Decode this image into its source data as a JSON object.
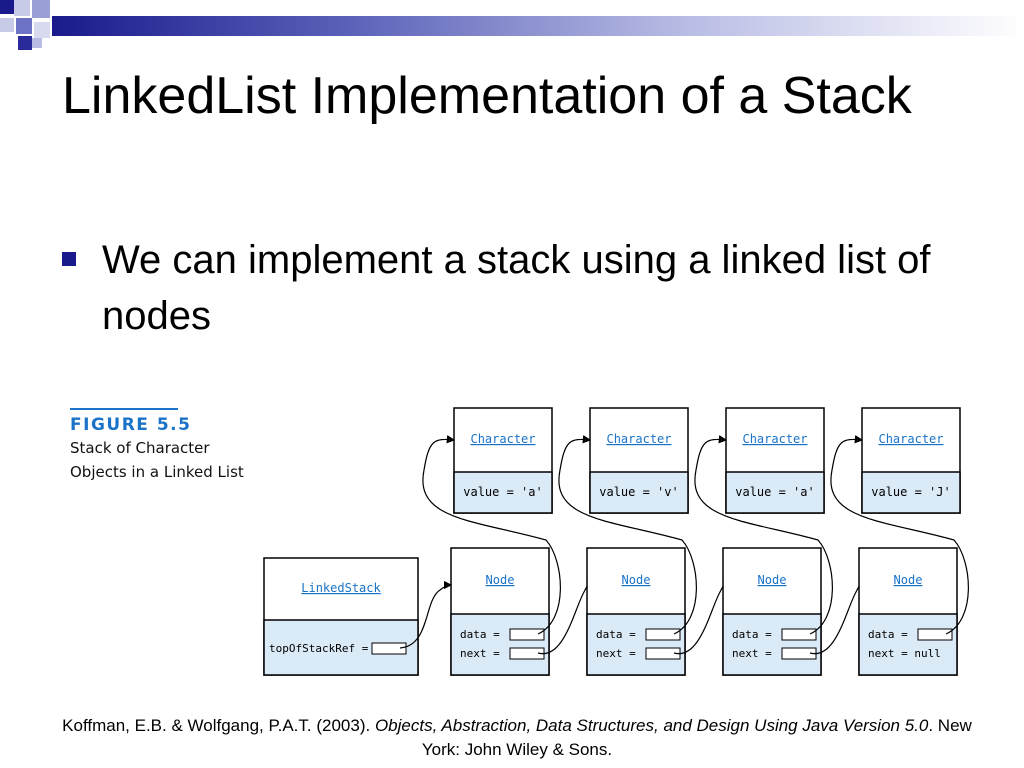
{
  "slide": {
    "title": "LinkedList Implementation of a Stack",
    "bullet": "We can implement a stack using a linked list of nodes"
  },
  "figure": {
    "label": "FIGURE 5.5",
    "description": "Stack of Character\nObjects in a Linked List",
    "linked_stack": {
      "class_name": "LinkedStack",
      "field": "topOfStackRef ="
    },
    "character_class": "Character",
    "node_class": "Node",
    "data_field": "data =",
    "next_field": "next =",
    "characters": [
      {
        "value": "value = 'a'"
      },
      {
        "value": "value = 'v'"
      },
      {
        "value": "value = 'a'"
      },
      {
        "value": "value = 'J'"
      }
    ],
    "last_next": "next = null"
  },
  "citation": {
    "authors": "Koffman, E.B. & Wolfgang, P.A.T. (2003). ",
    "book_title": "Objects, Abstraction, Data Structures, and Design Using Java Version 5.0",
    "publisher": ". New York: John Wiley & Sons."
  },
  "colors": {
    "accent_blue": "#1a73c8",
    "box_fill": "#dbeaf7",
    "bullet": "#1a1a8c"
  }
}
